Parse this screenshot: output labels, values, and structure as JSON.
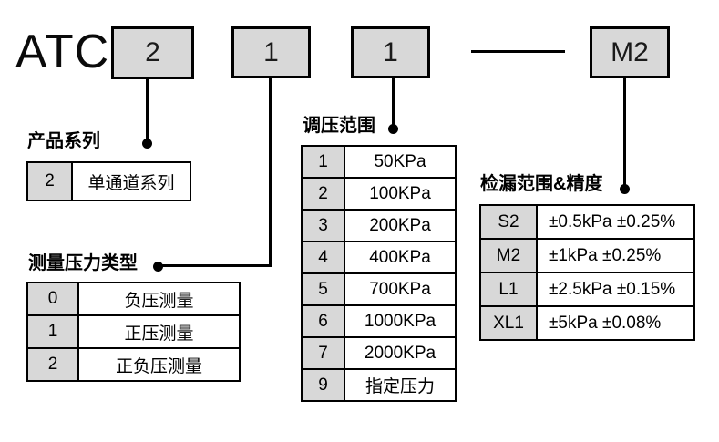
{
  "model_code": {
    "prefix": "ATC",
    "segments": [
      {
        "value": "2"
      },
      {
        "value": "1"
      },
      {
        "value": "1"
      },
      {
        "value": "M2"
      }
    ]
  },
  "sections": {
    "product_series": {
      "title": "产品系列",
      "rows": [
        {
          "code": "2",
          "label": "单通道系列"
        }
      ]
    },
    "pressure_type": {
      "title": "测量压力类型",
      "rows": [
        {
          "code": "0",
          "label": "负压测量"
        },
        {
          "code": "1",
          "label": "正压测量"
        },
        {
          "code": "2",
          "label": "正负压测量"
        }
      ]
    },
    "regulation_range": {
      "title": "调压范围",
      "rows": [
        {
          "code": "1",
          "label": "50KPa"
        },
        {
          "code": "2",
          "label": "100KPa"
        },
        {
          "code": "3",
          "label": "200KPa"
        },
        {
          "code": "4",
          "label": "400KPa"
        },
        {
          "code": "5",
          "label": "700KPa"
        },
        {
          "code": "6",
          "label": "1000KPa"
        },
        {
          "code": "7",
          "label": "2000KPa"
        },
        {
          "code": "9",
          "label": "指定压力"
        }
      ]
    },
    "leak_range": {
      "title": "检漏范围&精度",
      "rows": [
        {
          "code": "S2",
          "label": "±0.5kPa ±0.25%"
        },
        {
          "code": "M2",
          "label": "±1kPa ±0.25%"
        },
        {
          "code": "L1",
          "label": "±2.5kPa ±0.15%"
        },
        {
          "code": "XL1",
          "label": "±5kPa ±0.08%"
        }
      ]
    }
  },
  "colors": {
    "background": "#ffffff",
    "box_fill": "#d8d8d8",
    "border": "#000000"
  }
}
